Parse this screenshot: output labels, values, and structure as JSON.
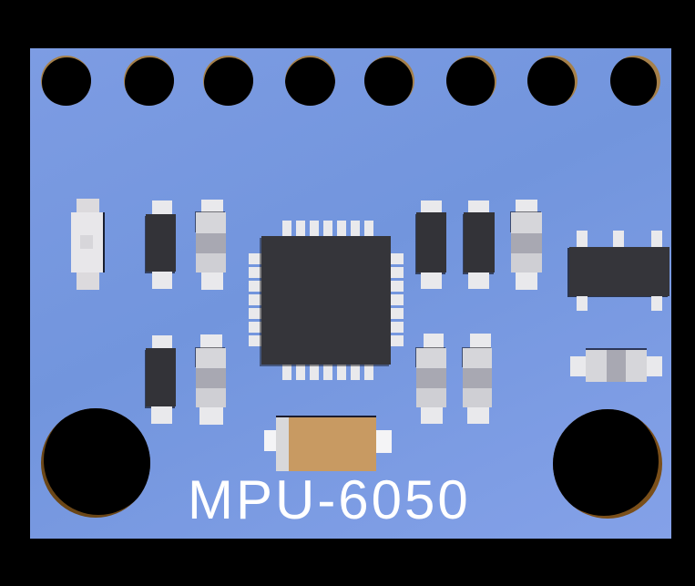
{
  "board": {
    "label": "MPU-6050",
    "pin_holes": 8,
    "mounting_holes": 2,
    "ic_pins_per_side": 7
  },
  "colors": {
    "background": "#000000",
    "board_blue_top": "#7d9ce3",
    "board_blue": "#7295dd",
    "board_blue_light": "#84a1e8",
    "copper": "#a5804a",
    "mount_rim": "#6a4617",
    "mount_rim_bright": "#7a4f1a",
    "chip_dark": "#35353a",
    "comp_dark": "#333338",
    "pad_light": "#e9e9ec",
    "cap_light": "#d6d6da",
    "cap_band": "#a8a8b2",
    "cap_light2": "#cfcfd4",
    "tantalum": "#c89a62",
    "tantalum_stripe": "#d8d8da",
    "silkscreen": "#ffffff"
  },
  "components": [
    {
      "name": "ic-mpu6050-qfp28"
    },
    {
      "name": "led-smd"
    },
    {
      "name": "resistor-dark-smd",
      "count": 4
    },
    {
      "name": "capacitor-banded-smd",
      "count": 5
    },
    {
      "name": "regulator-sot23-5"
    },
    {
      "name": "resistor-horizontal-smd"
    },
    {
      "name": "tantalum-capacitor"
    }
  ]
}
